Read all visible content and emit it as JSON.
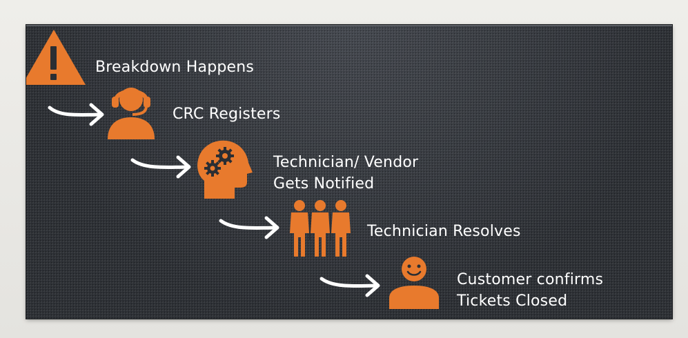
{
  "colors": {
    "accent": "#e87a2d",
    "panel_bg": "#2b2e33",
    "text": "#ffffff",
    "frame": "#e9e8e4"
  },
  "steps": [
    {
      "icon": "warning-triangle-icon",
      "lines": [
        "Breakdown Happens"
      ]
    },
    {
      "icon": "headset-agent-icon",
      "lines": [
        "CRC Registers"
      ]
    },
    {
      "icon": "head-gears-icon",
      "lines": [
        "Technician/ Vendor",
        "Gets Notified"
      ]
    },
    {
      "icon": "team-people-icon",
      "lines": [
        "Technician Resolves"
      ]
    },
    {
      "icon": "smiling-customer-icon",
      "lines": [
        "Customer confirms",
        "Tickets Closed"
      ]
    }
  ]
}
